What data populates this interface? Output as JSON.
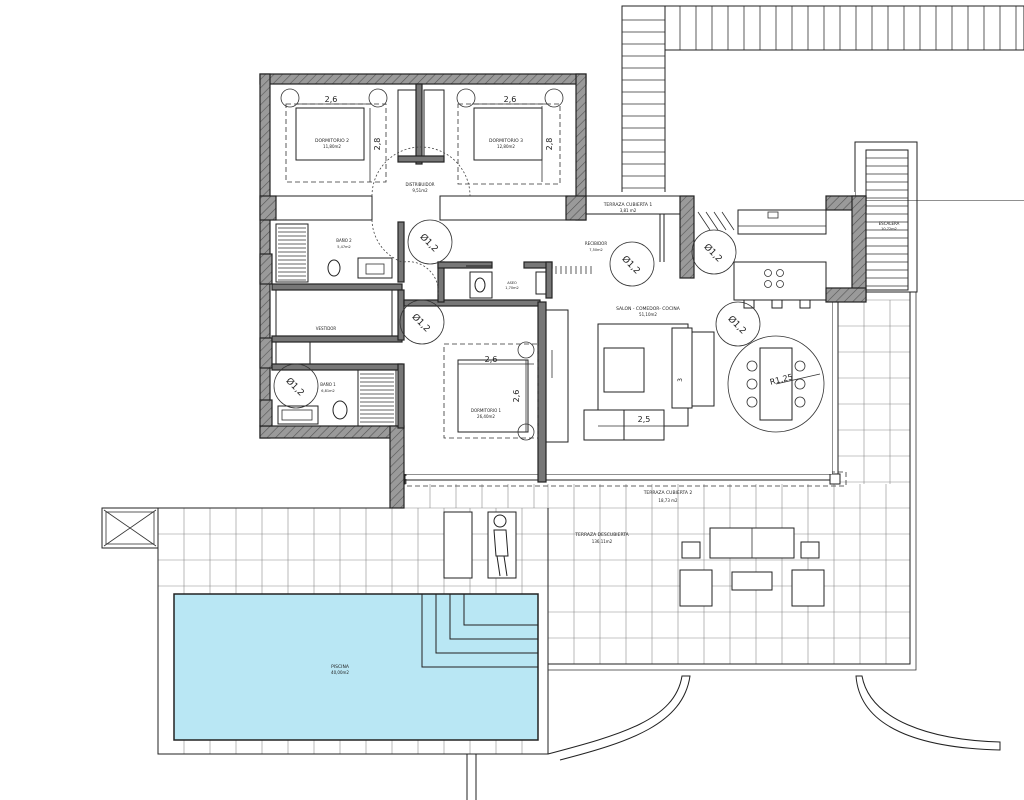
{
  "rooms": {
    "dormitorio2": {
      "name": "DORMITORIO 2",
      "area": "11,80m2"
    },
    "dormitorio3": {
      "name": "DORMITORIO 3",
      "area": "12,80m2"
    },
    "distribuidor": {
      "name": "DISTRIBUIDOR",
      "area": "9,51m2"
    },
    "bano2": {
      "name": "BAÑO 2",
      "area": "5,47m2"
    },
    "vestidor": {
      "name": "VESTIDOR"
    },
    "bano1": {
      "name": "BAÑO 1",
      "area": "6,81m2"
    },
    "dormitorio1": {
      "name": "DORMITORIO 1",
      "area": "26,40m2"
    },
    "aseo": {
      "name": "ASEO",
      "area": "1,70m2"
    },
    "recibidor": {
      "name": "RECIBIDOR",
      "area": "7,50m2"
    },
    "salon": {
      "name": "SALON - COMEDOR- COCINA",
      "area": "51,10m2"
    },
    "terraza_cubierta_1": {
      "name": "TERRAZA CUBIERTA 1",
      "area": "3,81 m2"
    },
    "escalera": {
      "name": "ESCALERA",
      "area": "10,72m2"
    },
    "terraza_cubierta_2": {
      "name": "TERRAZA CUBIERTA 2",
      "area": "18,73 m2"
    },
    "terraza_descubierta": {
      "name": "TERRAZA DESCUBIERTA",
      "area": "136,11m2"
    },
    "piscina": {
      "name": "PISCINA",
      "area": "40,00m2"
    }
  },
  "dimensions": {
    "d_2_6": "2,6",
    "d_2_8": "2,8",
    "d_2_5": "2,5",
    "d_3": "3",
    "phi_1_2": "Ø1,2",
    "r_1_25": "R1,25"
  }
}
